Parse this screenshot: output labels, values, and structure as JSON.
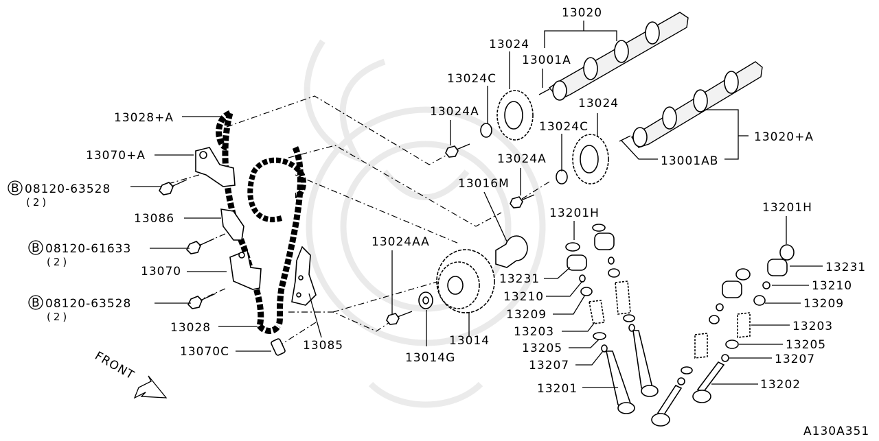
{
  "figure_id": "A130A351",
  "front_label": "FRONT",
  "callouts": {
    "c13020": "13020",
    "c13020A": "13020+A",
    "c13001A": "13001A",
    "c13001AB": "13001AB",
    "c13024_top": "13024",
    "c13024_mid": "13024",
    "c13024C_left": "13024C",
    "c13024C_right": "13024C",
    "c13024A_left": "13024A",
    "c13024A_right": "13024A",
    "c13024AA": "13024AA",
    "c13016M": "13016M",
    "c13014": "13014",
    "c13014G": "13014G",
    "c13028A": "13028+A",
    "c13028": "13028",
    "c13070A": "13070+A",
    "c13070": "13070",
    "c13070C": "13070C",
    "c13086": "13086",
    "c13085": "13085",
    "c13201H_left": "13201H",
    "c13201H_right": "13201H",
    "c13231_left": "13231",
    "c13231_right": "13231",
    "c13210_left": "13210",
    "c13210_right": "13210",
    "c13209_left": "13209",
    "c13209_right": "13209",
    "c13203_left": "13203",
    "c13203_right": "13203",
    "c13205_left": "13205",
    "c13205_right": "13205",
    "c13207_left": "13207",
    "c13207_right": "13207",
    "c13201": "13201",
    "c13202": "13202"
  },
  "bolt_refs": [
    {
      "marker": "B",
      "code": "08120-63528",
      "qty": "(2)"
    },
    {
      "marker": "B",
      "code": "08120-61633",
      "qty": "(2)"
    },
    {
      "marker": "B",
      "code": "08120-63528",
      "qty": "(2)"
    }
  ]
}
